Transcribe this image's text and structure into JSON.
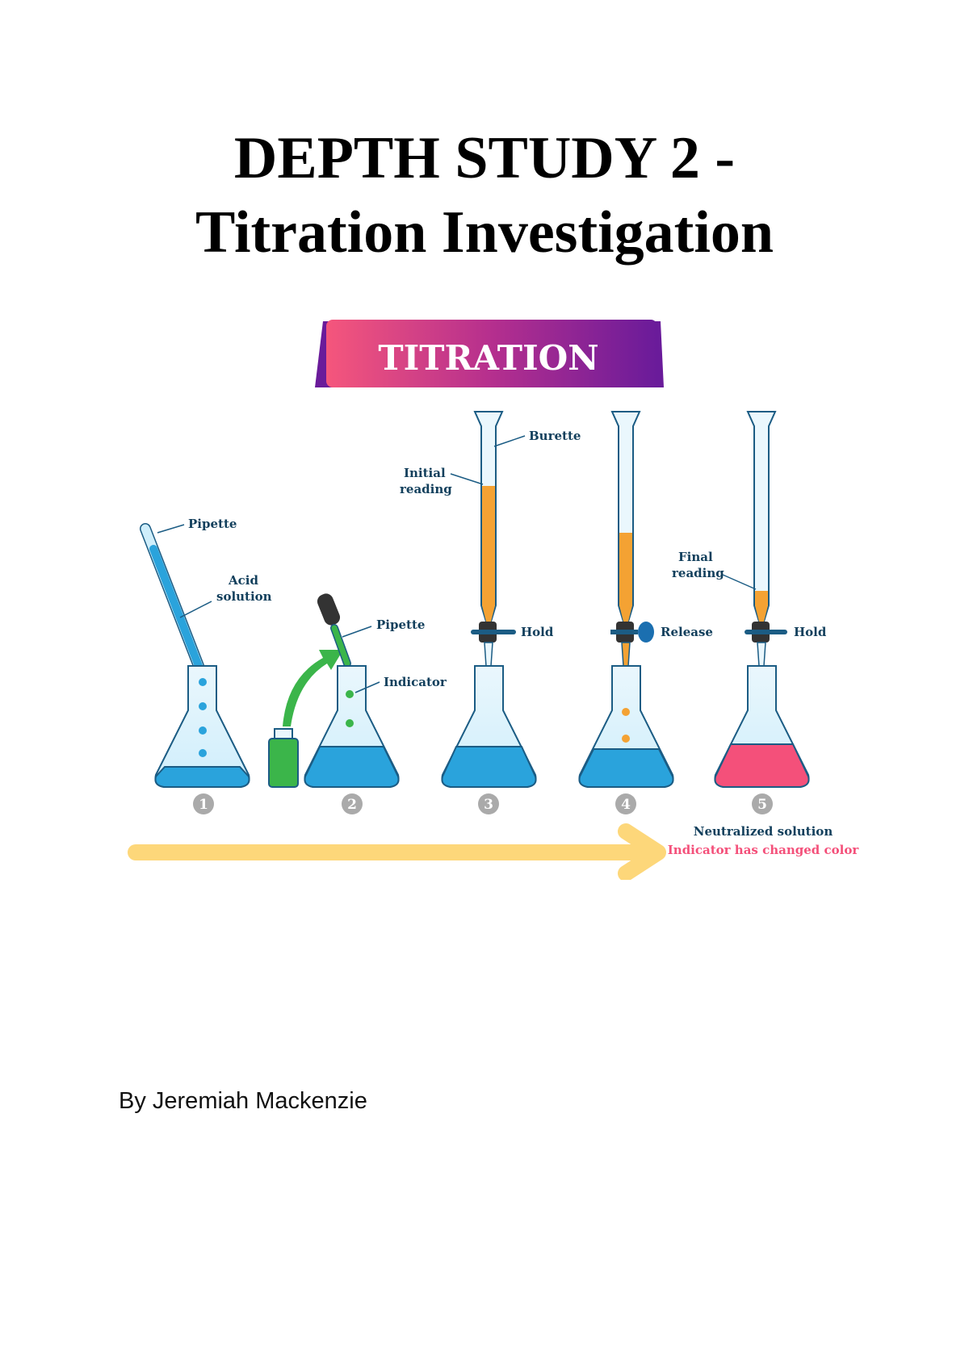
{
  "document": {
    "title_line1": "DEPTH STUDY 2 -",
    "title_line2": "Titration Investigation",
    "author": "By Jeremiah Mackenzie"
  },
  "diagram": {
    "banner": "TITRATION",
    "labels": {
      "pipette1": "Pipette",
      "acid1": "Acid",
      "acid2": "solution",
      "pipette2": "Pipette",
      "indicator": "Indicator",
      "burette": "Burette",
      "initial1": "Initial",
      "initial2": "reading",
      "hold1": "Hold",
      "release": "Release",
      "final1": "Final",
      "final2": "reading",
      "hold2": "Hold",
      "neutralized": "Neutralized solution",
      "changed": "Indicator has changed color"
    },
    "steps": [
      "1",
      "2",
      "3",
      "4",
      "5"
    ],
    "colors": {
      "acid_blue": "#2aa3dc",
      "titrant_orange": "#f4a233",
      "indicator_green": "#3bb54a",
      "end_pink": "#f4507a",
      "label_navy": "#123f5c",
      "arrow_yellow": "#fdd77a"
    }
  }
}
